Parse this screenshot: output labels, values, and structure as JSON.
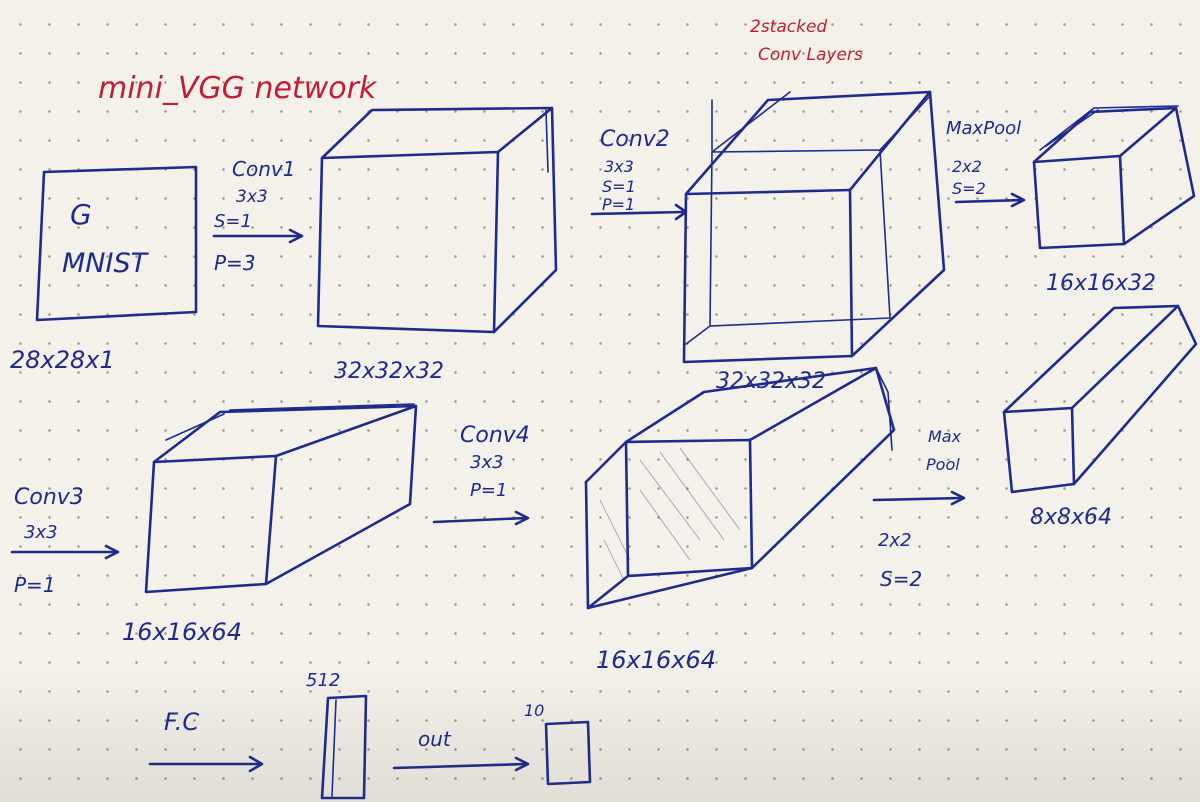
{
  "title": "mini_VGG network",
  "colors": {
    "ink": "#1f2b8c",
    "title_ink": "#c21d32",
    "paper": "#f3f1ea"
  },
  "input": {
    "label_line1": "G",
    "label_line2": "MNIST",
    "shape": "28x28x1"
  },
  "conv1": {
    "name": "Conv1",
    "kernel": "3x3",
    "stride": "S=1",
    "pad": "P=3"
  },
  "block1": {
    "shape": "32x32x32"
  },
  "conv2": {
    "name": "Conv2",
    "kernel": "3x3",
    "stride": "S=1",
    "pad": "P=1"
  },
  "stacked_note": {
    "line1": "2stacked",
    "line2": "Conv Layers"
  },
  "block2": {
    "shape": "32x32x32"
  },
  "maxpool1": {
    "name": "MaxPool",
    "kernel": "2x2",
    "stride": "S=2"
  },
  "block3": {
    "shape": "16x16x32"
  },
  "conv3": {
    "name": "Conv3",
    "kernel": "3x3",
    "pad": "P=1"
  },
  "block4": {
    "shape": "16x16x64"
  },
  "conv4": {
    "name": "Conv4",
    "kernel": "3x3",
    "pad": "P=1"
  },
  "block5": {
    "shape": "16x16x64"
  },
  "maxpool2": {
    "name_line1": "Max",
    "name_line2": "Pool",
    "kernel": "2x2",
    "stride": "S=2"
  },
  "block6": {
    "shape": "8x8x64"
  },
  "fc": {
    "label": "F.C",
    "units": "512"
  },
  "output": {
    "arrow_label": "out",
    "units": "10"
  }
}
